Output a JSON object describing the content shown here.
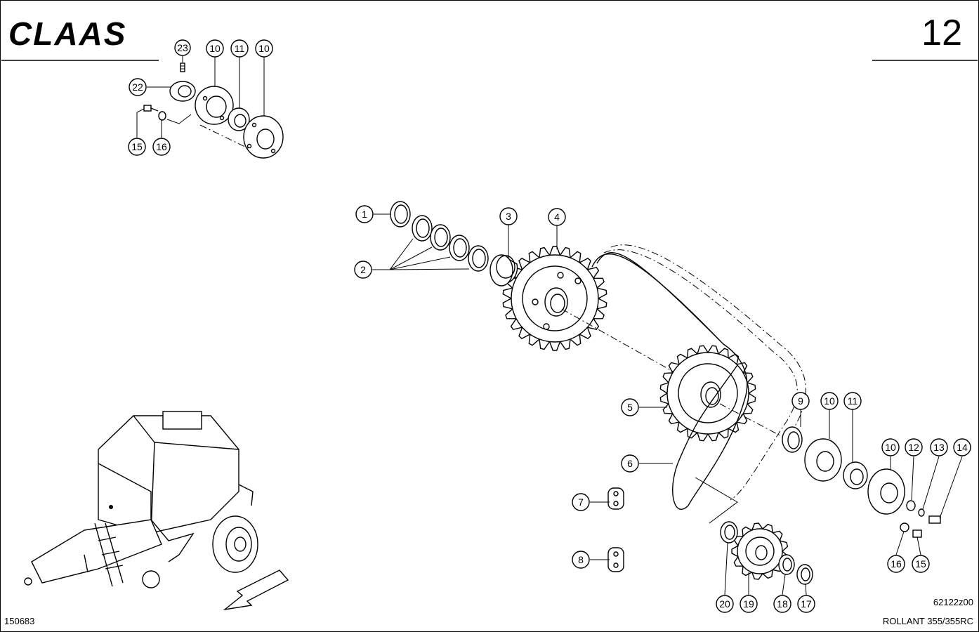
{
  "header": {
    "logo_text": "CLAAS",
    "page_number": "12"
  },
  "footer": {
    "drawing_id": "150683",
    "figure_id": "62122z00",
    "model": "ROLLANT 355/355RC"
  },
  "callouts": [
    {
      "id": "c23",
      "label": "23"
    },
    {
      "id": "c10a",
      "label": "10"
    },
    {
      "id": "c11a",
      "label": "11"
    },
    {
      "id": "c10b",
      "label": "10"
    },
    {
      "id": "c22",
      "label": "22"
    },
    {
      "id": "c15a",
      "label": "15"
    },
    {
      "id": "c16a",
      "label": "16"
    },
    {
      "id": "c1",
      "label": "1"
    },
    {
      "id": "c2",
      "label": "2"
    },
    {
      "id": "c3",
      "label": "3"
    },
    {
      "id": "c4",
      "label": "4"
    },
    {
      "id": "c5",
      "label": "5"
    },
    {
      "id": "c6",
      "label": "6"
    },
    {
      "id": "c7",
      "label": "7"
    },
    {
      "id": "c8",
      "label": "8"
    },
    {
      "id": "c9",
      "label": "9"
    },
    {
      "id": "c10c",
      "label": "10"
    },
    {
      "id": "c11b",
      "label": "11"
    },
    {
      "id": "c10d",
      "label": "10"
    },
    {
      "id": "c12",
      "label": "12"
    },
    {
      "id": "c13",
      "label": "13"
    },
    {
      "id": "c14",
      "label": "14"
    },
    {
      "id": "c16b",
      "label": "16"
    },
    {
      "id": "c15b",
      "label": "15"
    },
    {
      "id": "c20",
      "label": "20"
    },
    {
      "id": "c19",
      "label": "19"
    },
    {
      "id": "c18",
      "label": "18"
    },
    {
      "id": "c17",
      "label": "17"
    }
  ]
}
